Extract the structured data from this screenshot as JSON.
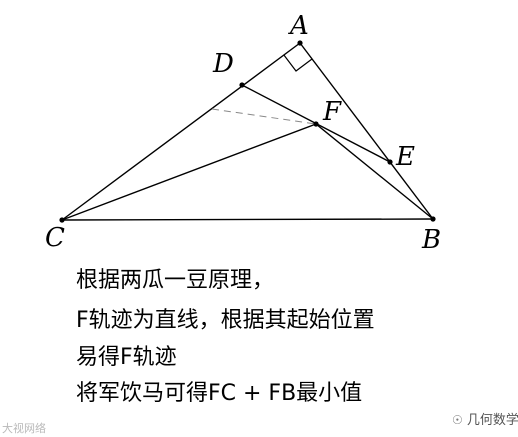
{
  "points": {
    "A": "A",
    "B": "B",
    "C": "C",
    "D": "D",
    "E": "E",
    "F": "F"
  },
  "caption": {
    "line1": "根据两瓜一豆原理，",
    "line2": "F轨迹为直线，根据其起始位置",
    "line3": "易得F轨迹",
    "line4": "将军饮马可得FC + FB最小值"
  },
  "watermark": {
    "left": "大视网络",
    "right": "几何数学"
  },
  "colors": {
    "line": "#000000",
    "dashed": "#888888",
    "watermark": "#bbbbbb"
  }
}
